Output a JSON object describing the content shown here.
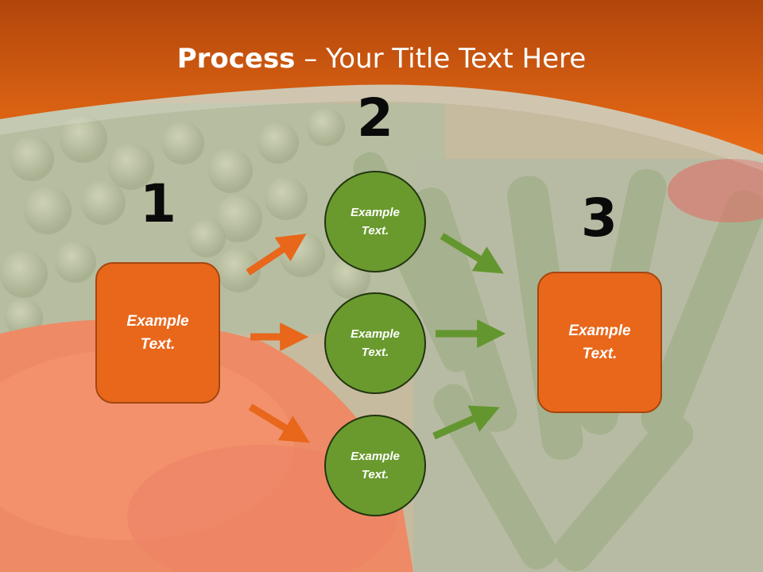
{
  "title": {
    "bold": "Process",
    "rest": " – Your Title Text Here"
  },
  "steps": [
    {
      "number": "1",
      "text": "Example Text."
    },
    {
      "number": "2",
      "items": [
        "Example Text.",
        "Example Text.",
        "Example Text."
      ]
    },
    {
      "number": "3",
      "text": "Example Text."
    }
  ],
  "colors": {
    "orange": "#e8671b",
    "green": "#6a9a2e",
    "header": "#e06514"
  }
}
